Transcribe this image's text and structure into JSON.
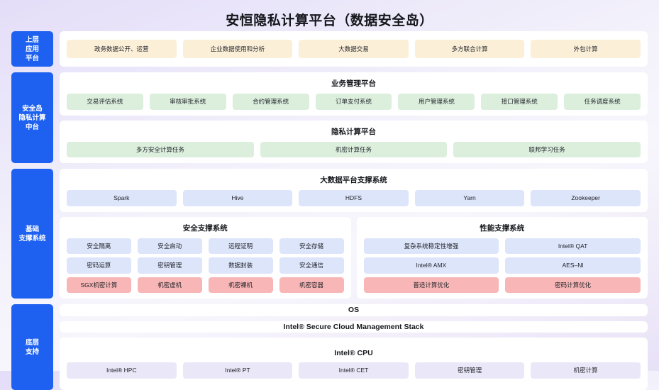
{
  "title": "安恒隐私计算平台（数据安全岛）",
  "bands": [
    {
      "label": "上层\n应用\n平台",
      "panels": [
        {
          "title": "",
          "rows": [
            {
              "style": "cream",
              "items": [
                "政务数据公开、运营",
                "企业数据使用和分析",
                "大数据交易",
                "多方联合计算",
                "外包计算"
              ]
            }
          ]
        }
      ]
    },
    {
      "label": "安全岛\n隐私计算\n中台",
      "panels": [
        {
          "title": "业务管理平台",
          "rows": [
            {
              "style": "green",
              "items": [
                "交易评估系统",
                "审核审批系统",
                "合约管理系统",
                "订单支付系统",
                "用户管理系统",
                "接口管理系统",
                "任务调度系统"
              ]
            }
          ]
        },
        {
          "title": "隐私计算平台",
          "rows": [
            {
              "style": "green",
              "items": [
                "多方安全计算任务",
                "机密计算任务",
                "联邦学习任务"
              ]
            }
          ]
        }
      ]
    },
    {
      "label": "基础\n支撑系统",
      "panels": [
        {
          "title": "大数据平台支撑系统",
          "rows": [
            {
              "style": "blue",
              "items": [
                "Spark",
                "Hive",
                "HDFS",
                "Yarn",
                "Zookeeper"
              ]
            }
          ]
        }
      ],
      "split": [
        {
          "title": "安全支撑系统",
          "rows": [
            {
              "style": "blue",
              "items": [
                "安全隔离",
                "安全启动",
                "远程证明",
                "安全存储"
              ]
            },
            {
              "style": "blue",
              "items": [
                "密码运算",
                "密钥管理",
                "数据封装",
                "安全通信"
              ]
            },
            {
              "style": "red",
              "items": [
                "SGX机密计算",
                "机密虚机",
                "机密裸机",
                "机密容器"
              ]
            }
          ]
        },
        {
          "title": "性能支撑系统",
          "rows": [
            {
              "style": "blue",
              "items": [
                "复杂系统稳定性增强",
                "Intel® QAT"
              ]
            },
            {
              "style": "blue",
              "items": [
                "Intel® AMX",
                "AES–NI"
              ]
            },
            {
              "style": "red",
              "items": [
                "普适计算优化",
                "密码计算优化"
              ]
            }
          ]
        }
      ]
    },
    {
      "label": "底层\n支持",
      "bars": [
        "OS",
        "Intel® Secure Cloud Management Stack"
      ],
      "panels": [
        {
          "title": "Intel® CPU",
          "rows": [
            {
              "style": "violet",
              "items": [
                "Intel® HPC",
                "Intel® PT",
                "Intel® CET",
                "密钥管理",
                "机密计算"
              ]
            }
          ]
        }
      ]
    }
  ],
  "colors": {
    "sidebar": "#1e61f0",
    "cream": "#fcefd8",
    "green": "#dcefdd",
    "blue": "#dde5fa",
    "red": "#f9b6b6",
    "violet": "#eae7f8"
  }
}
